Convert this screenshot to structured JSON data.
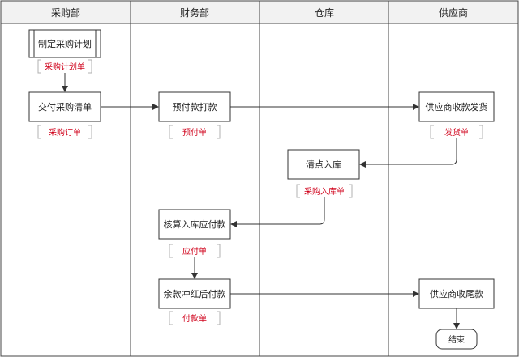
{
  "lanes": [
    "采购部",
    "财务部",
    "仓库",
    "供应商"
  ],
  "nodes": {
    "plan": "制定采购计划",
    "order": "交付采购清单",
    "prepay": "预付款打款",
    "ship": "供应商收款发货",
    "count": "清点入库",
    "payable": "核算入库应付款",
    "balance": "余款冲红后付款",
    "final": "供应商收尾款",
    "end": "结束"
  },
  "docs": {
    "plan_doc": "采购计划单",
    "order_doc": "采购订单",
    "prepay_doc": "预付单",
    "ship_doc": "发货单",
    "count_doc": "采购入库单",
    "payable_doc": "应付单",
    "balance_doc": "付款单"
  },
  "colors": {
    "doc_text": "#d0021b",
    "line": "#333333",
    "bracket": "#b0b0b0",
    "header_bg": "#f2f2f2"
  }
}
